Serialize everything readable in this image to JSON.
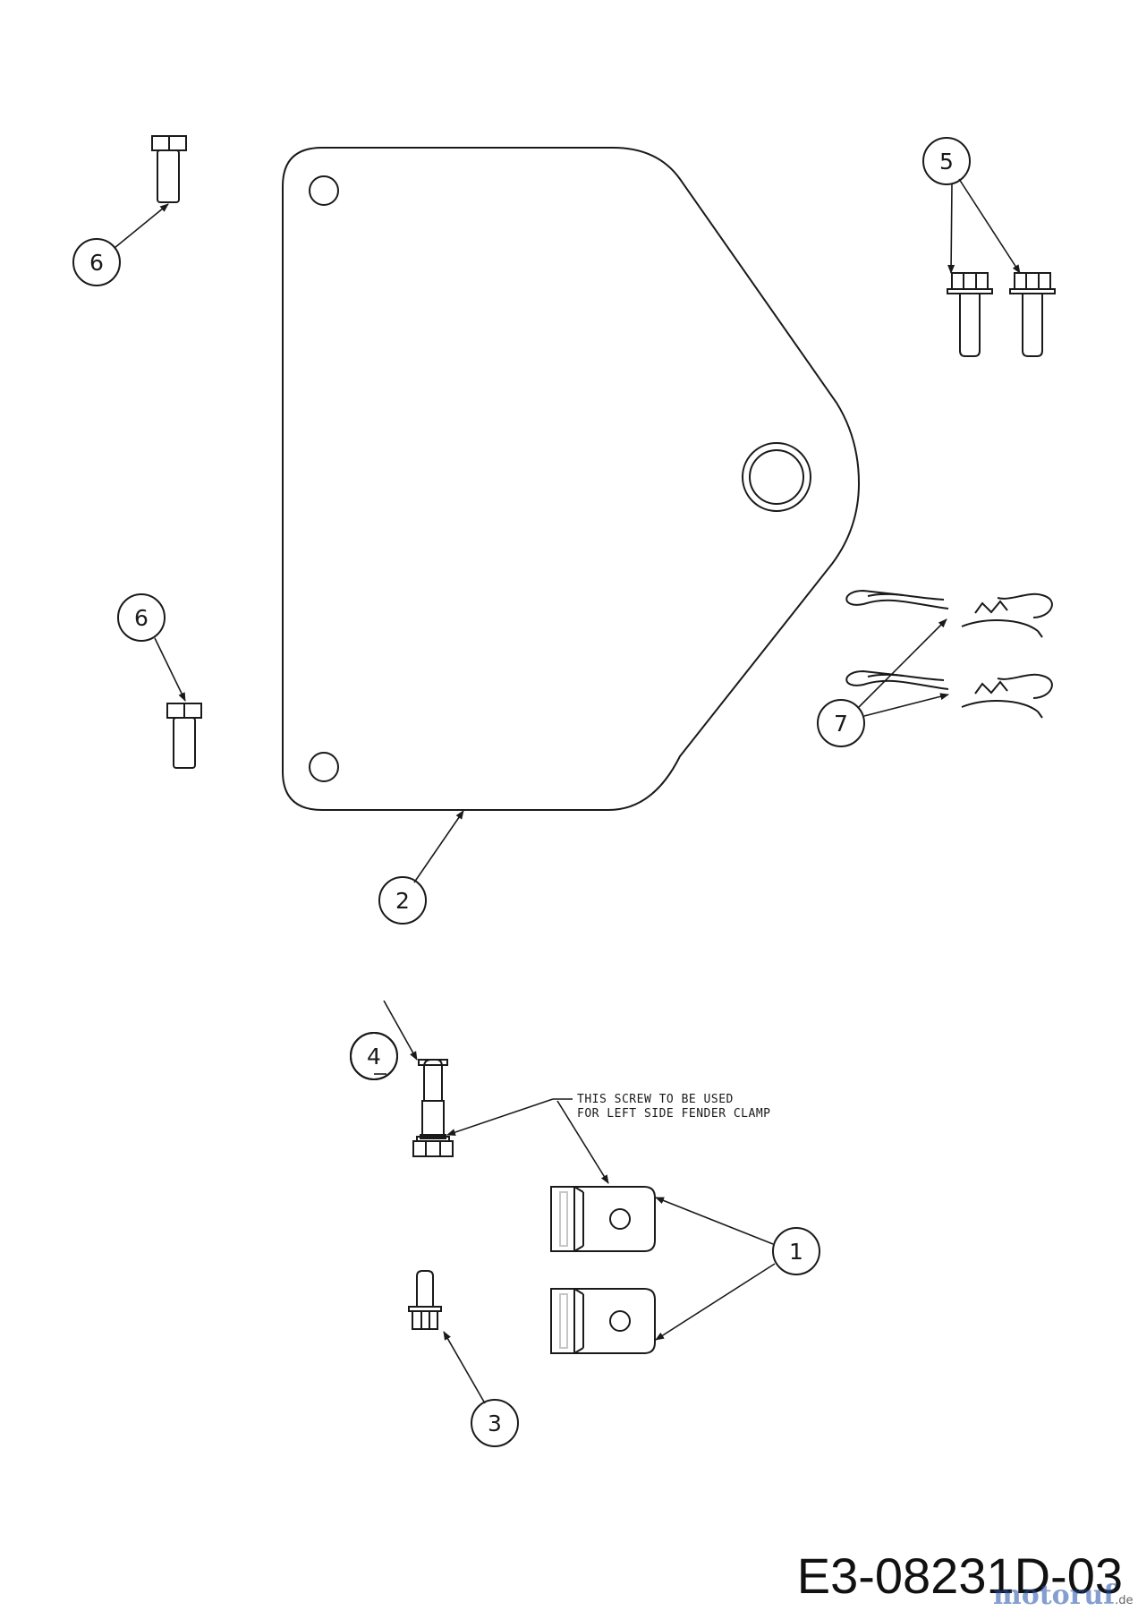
{
  "drawing_code": "E3-08231D-03",
  "watermark": {
    "text": "motoruf",
    "suffix": ".de",
    "colors": [
      "#1f4fa8",
      "#c0392b",
      "#e6a200",
      "#2e8b3a",
      "#1f4fa8",
      "#c0392b",
      "#2e8b3a"
    ]
  },
  "note": {
    "line1": "THIS SCREW TO BE USED",
    "line2": "FOR LEFT SIDE FENDER CLAMP"
  },
  "callouts": {
    "c1": "1",
    "c2": "2",
    "c3": "3",
    "c4": "4",
    "c5": "5",
    "c6a": "6",
    "c6b": "6",
    "c7": "7"
  },
  "colors": {
    "line": "#1a1a1a",
    "background": "#ffffff"
  }
}
